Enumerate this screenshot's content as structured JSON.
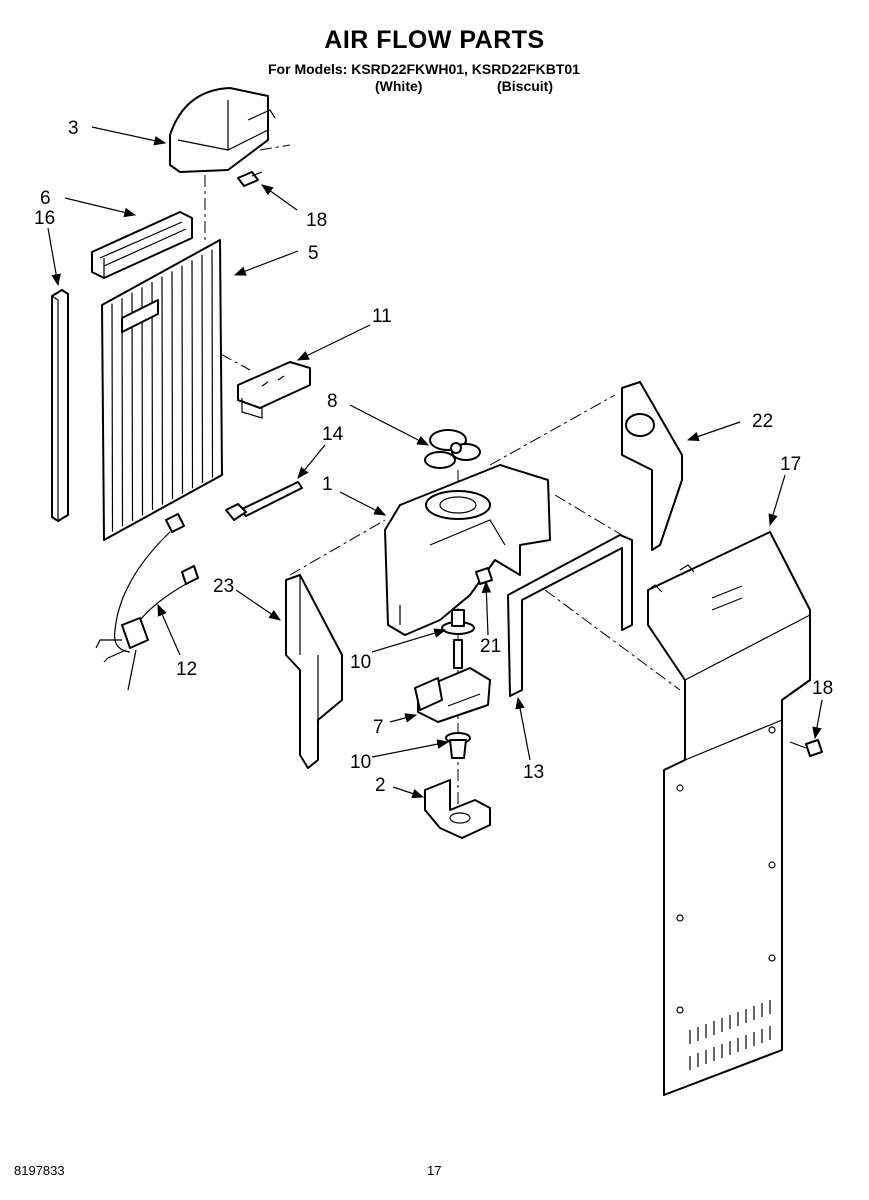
{
  "header": {
    "title": "AIR FLOW PARTS",
    "models": "For Models: KSRD22FKWH01, KSRD22FKBT01",
    "variant_1": "(White)",
    "variant_2": "(Biscuit)"
  },
  "callouts": {
    "p1": "1",
    "p2": "2",
    "p3": "3",
    "p5": "5",
    "p6": "6",
    "p7": "7",
    "p8": "8",
    "p10a": "10",
    "p10b": "10",
    "p11": "11",
    "p12": "12",
    "p13": "13",
    "p14": "14",
    "p16": "16",
    "p17": "17",
    "p18a": "18",
    "p18b": "18",
    "p21": "21",
    "p22": "22",
    "p23": "23"
  },
  "footer": {
    "doc_number": "8197833",
    "page_number": "17"
  }
}
